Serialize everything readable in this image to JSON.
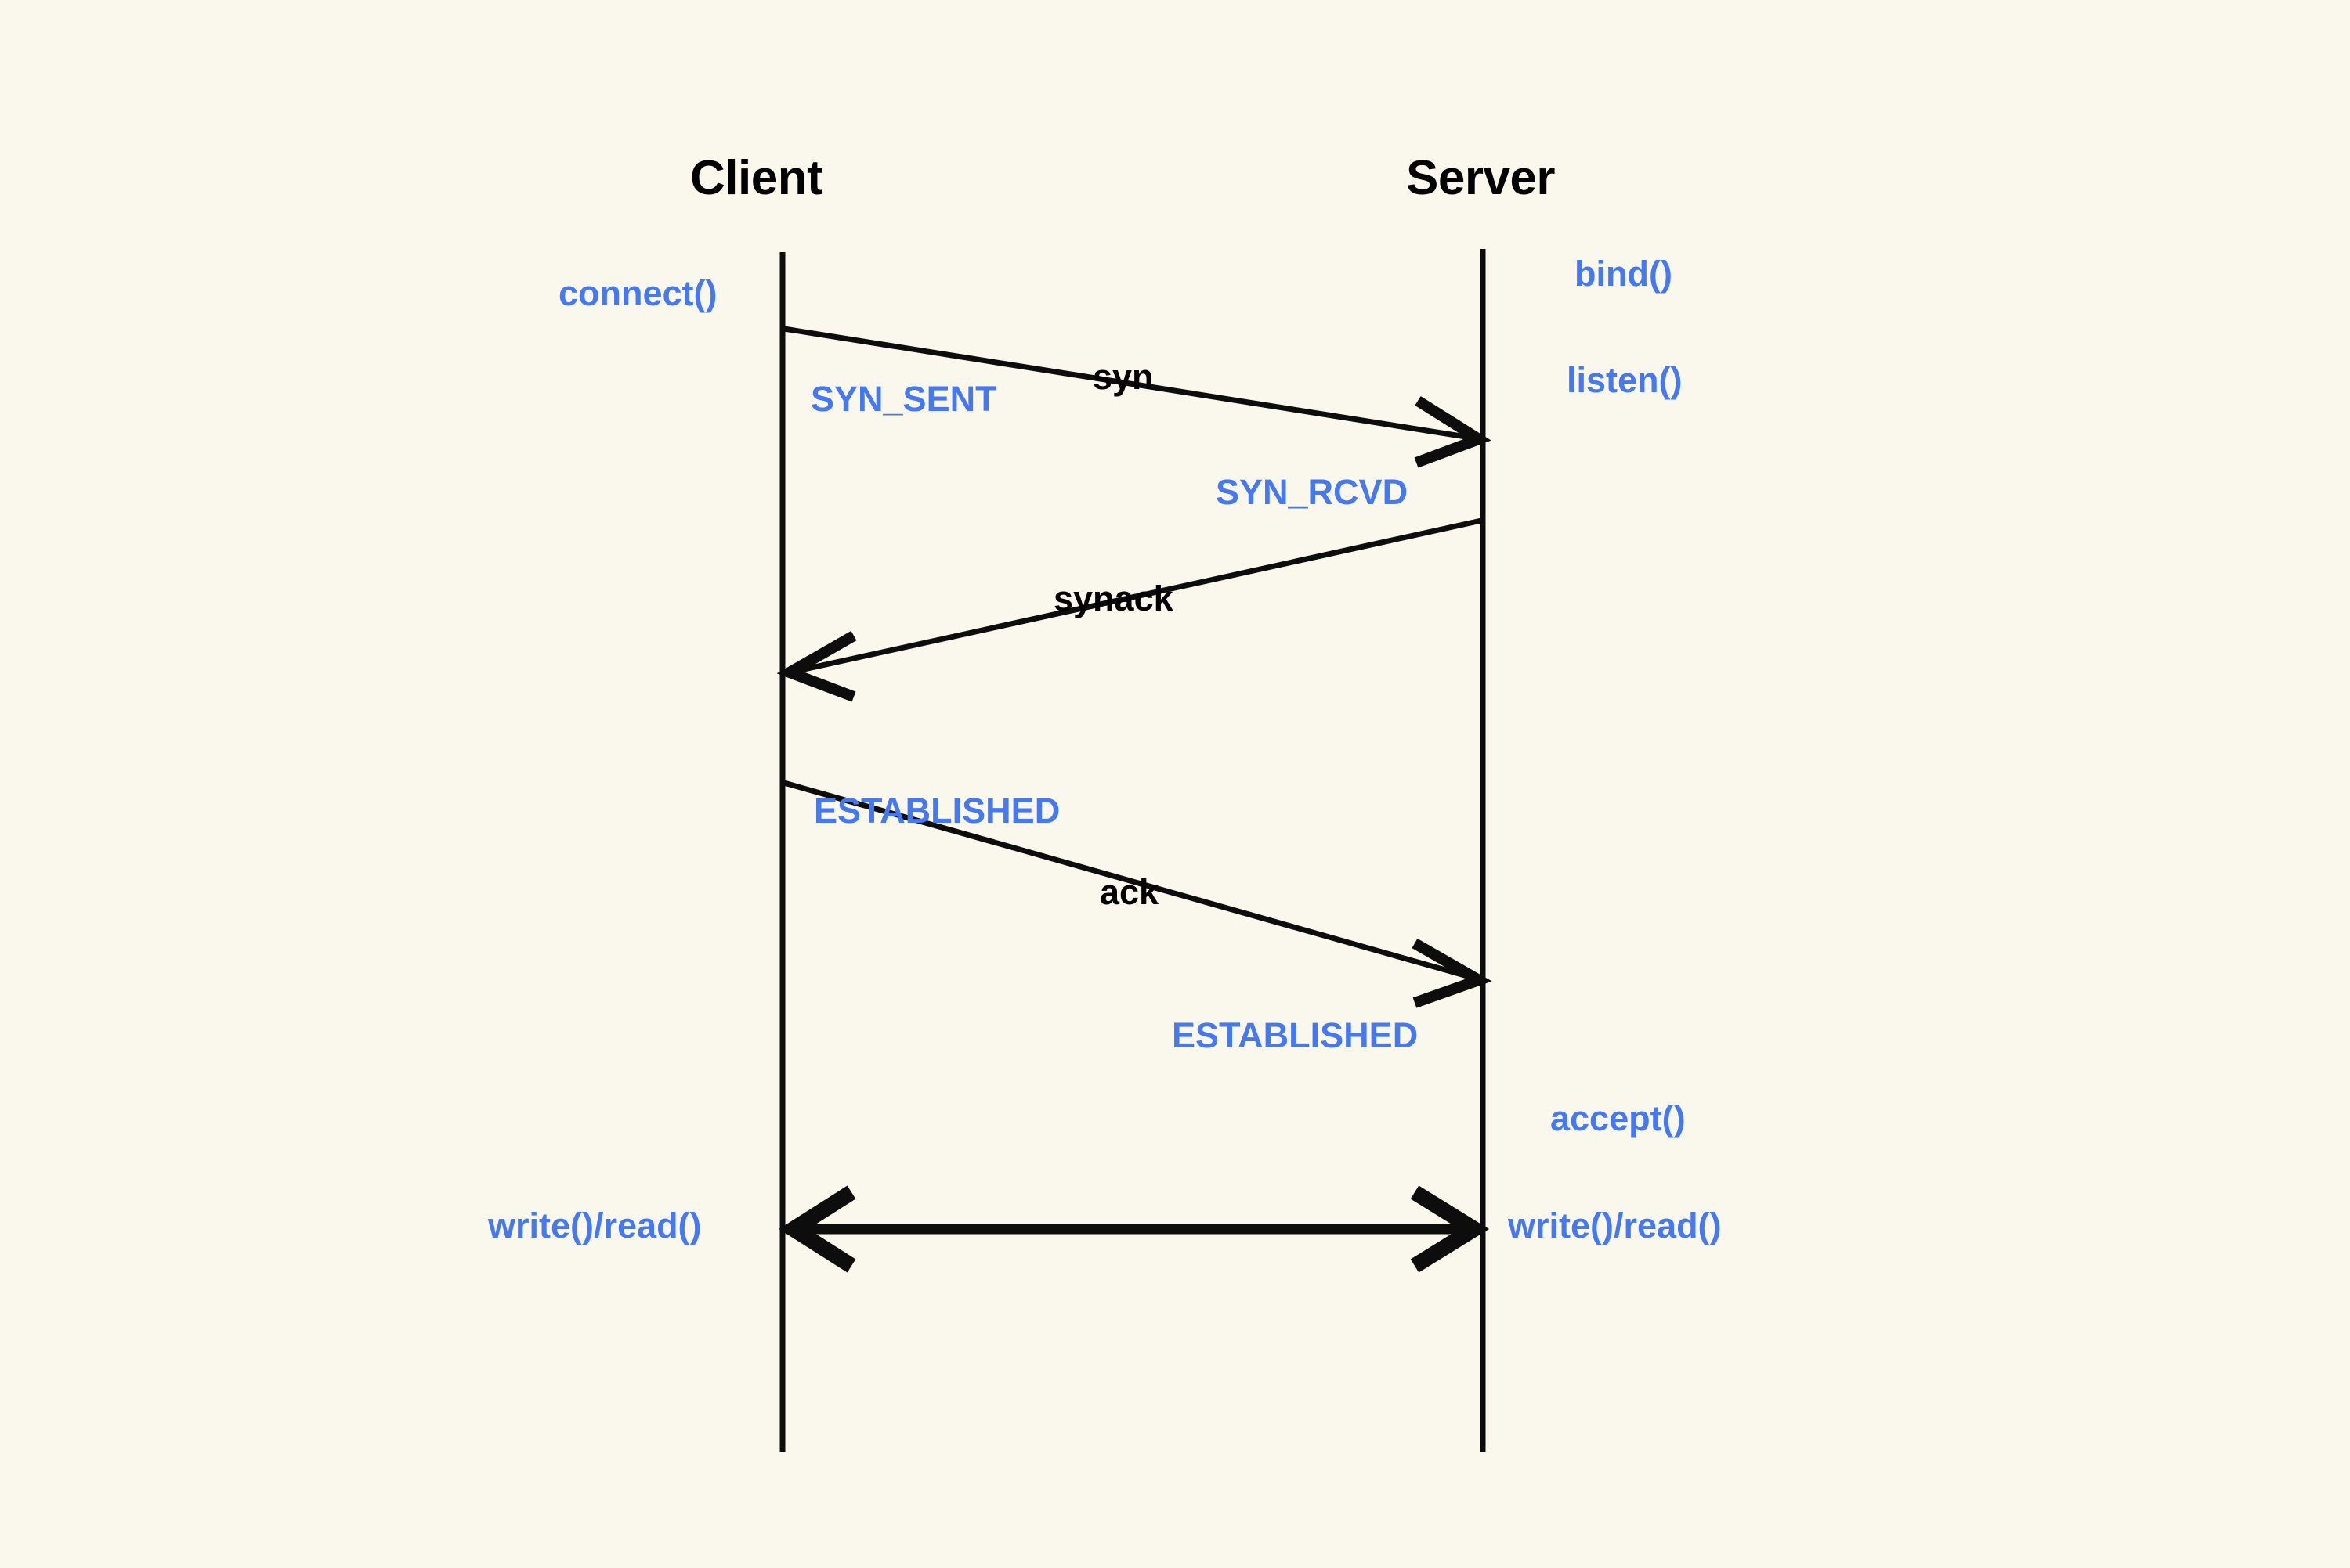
{
  "diagram": {
    "type": "sequence-diagram",
    "subject": "TCP three-way handshake between client and server sockets",
    "background_color": "#faf8ec",
    "accent_blue": "#4679ef",
    "line_color": "#0d0d0d"
  },
  "actors": [
    {
      "id": "client",
      "title": "Client"
    },
    {
      "id": "server",
      "title": "Server"
    }
  ],
  "client_api_calls": [
    {
      "label": "connect()"
    },
    {
      "label": "write()/read()"
    }
  ],
  "server_api_calls": [
    {
      "label": "bind()"
    },
    {
      "label": "listen()"
    },
    {
      "label": "accept()"
    },
    {
      "label": "write()/read()"
    }
  ],
  "client_states": [
    {
      "label": "SYN_SENT"
    },
    {
      "label": "ESTABLISHED"
    }
  ],
  "server_states": [
    {
      "label": "SYN_RCVD"
    },
    {
      "label": "ESTABLISHED"
    }
  ],
  "messages": [
    {
      "label": "syn",
      "from": "client",
      "to": "server",
      "direction": "right"
    },
    {
      "label": "synack",
      "from": "server",
      "to": "client",
      "direction": "left"
    },
    {
      "label": "ack",
      "from": "client",
      "to": "server",
      "direction": "right"
    },
    {
      "label": "",
      "from": "client",
      "to": "server",
      "direction": "both"
    }
  ]
}
